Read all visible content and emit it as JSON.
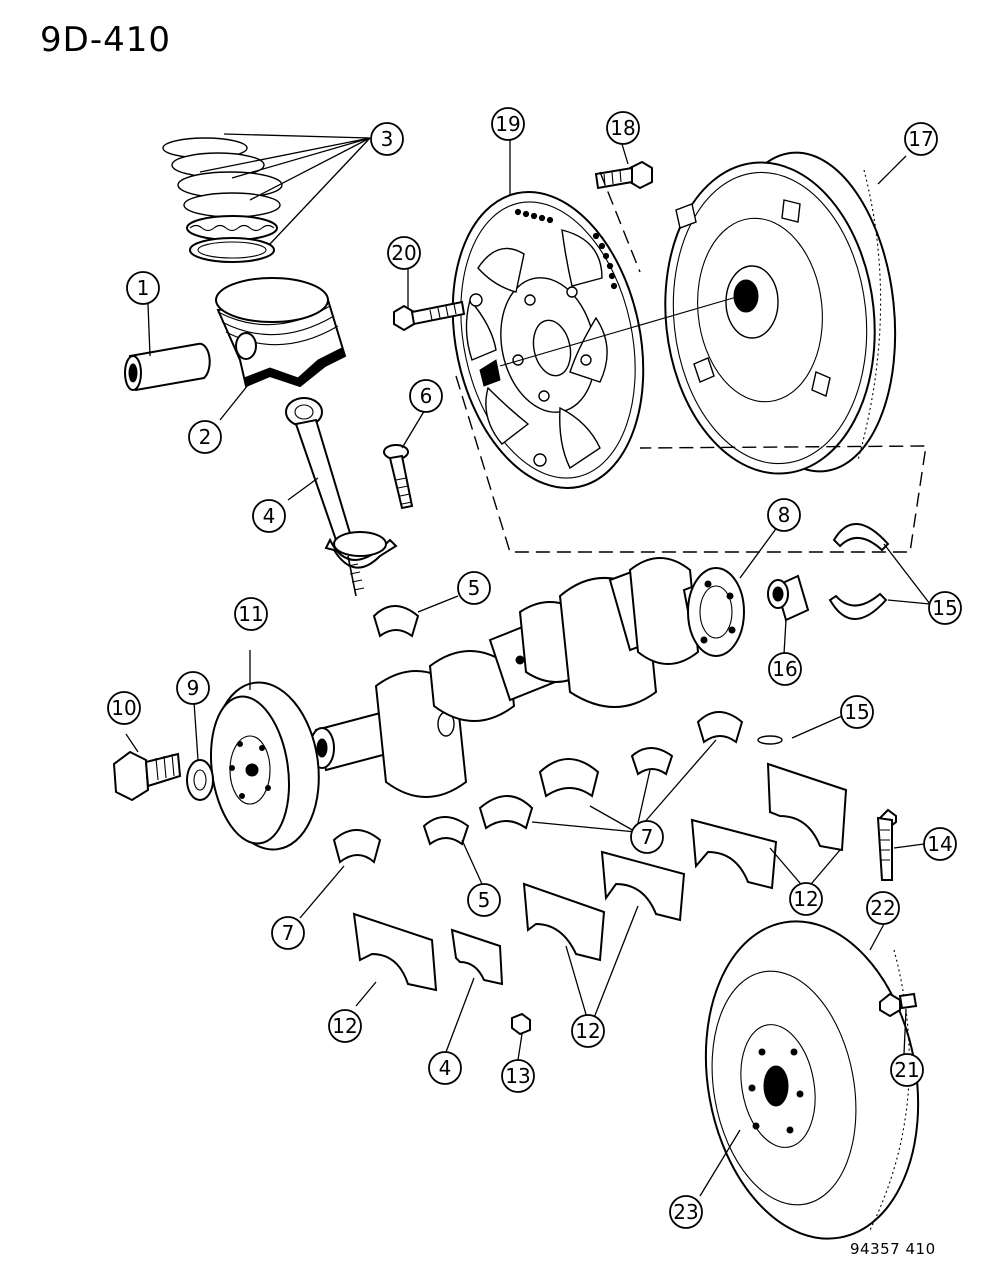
{
  "header": {
    "page_code": "9D-410"
  },
  "footer": {
    "figure_code": "94357  410"
  },
  "callouts": {
    "c1": "1",
    "c2": "2",
    "c3": "3",
    "c4a": "4",
    "c4b": "4",
    "c5a": "5",
    "c5b": "5",
    "c6": "6",
    "c7a": "7",
    "c7b": "7",
    "c8": "8",
    "c9": "9",
    "c10": "10",
    "c11": "11",
    "c12a": "12",
    "c12b": "12",
    "c12c": "12",
    "c13": "13",
    "c14": "14",
    "c15a": "15",
    "c15b": "15",
    "c16": "16",
    "c17": "17",
    "c18": "18",
    "c19": "19",
    "c20": "20",
    "c21": "21",
    "c22": "22",
    "c23": "23"
  },
  "icons": {
    "piston": "piston-icon",
    "crankshaft": "crankshaft-icon",
    "flexplate": "flexplate-icon",
    "torque_converter": "torque-converter-icon",
    "flywheel": "flywheel-icon"
  }
}
